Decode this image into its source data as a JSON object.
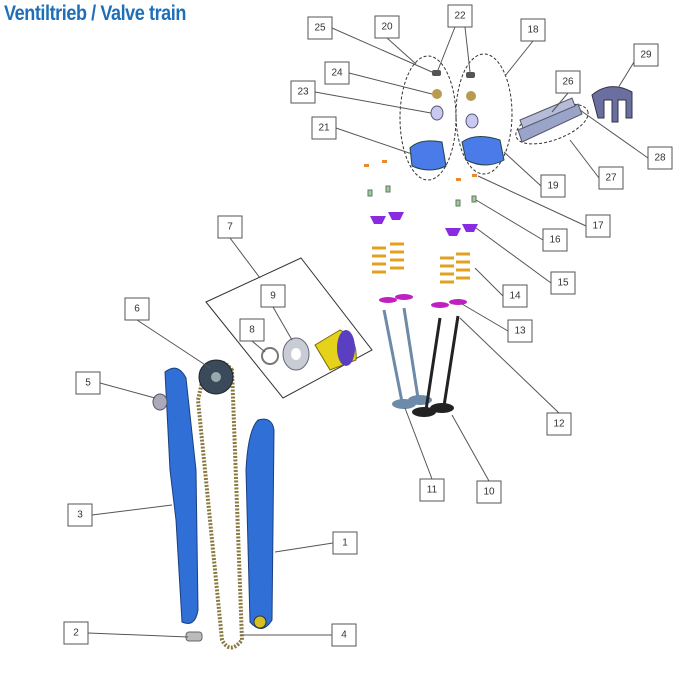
{
  "title": {
    "german": "Ventiltrieb",
    "separator": " / ",
    "english": "Valve train"
  },
  "callouts": [
    "1",
    "2",
    "3",
    "4",
    "5",
    "6",
    "7",
    "8",
    "9",
    "10",
    "11",
    "12",
    "13",
    "14",
    "15",
    "16",
    "17",
    "18",
    "19",
    "20",
    "21",
    "22",
    "23",
    "24",
    "25",
    "26",
    "27",
    "28",
    "29"
  ],
  "colors": {
    "title": "#1f6fb8",
    "rail_blue": "#2f6fd6",
    "spring_yellow": "#e0a020",
    "retainer_purple": "#8a2be2",
    "valve_gray": "#6d8aa8"
  }
}
